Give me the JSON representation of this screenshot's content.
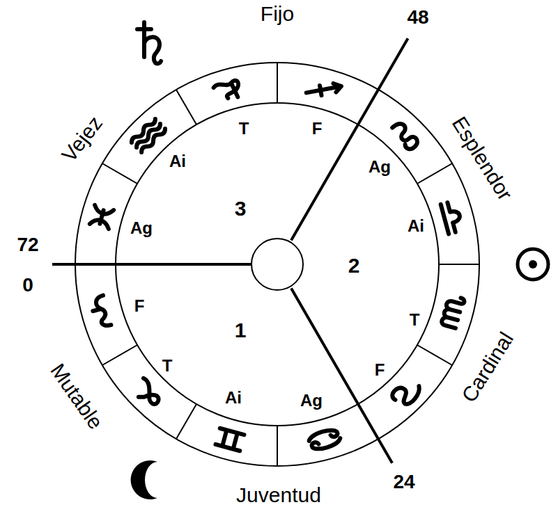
{
  "diagram": {
    "labels": [
      "Fijo",
      "48",
      "Vejez",
      "T",
      "F",
      "Ai",
      "Ag",
      "Esplendor",
      "3",
      "Ai",
      "Ag",
      "72",
      "2",
      "0",
      "F",
      "T",
      "1",
      "Cardinal",
      "T",
      "F",
      "Mutable",
      "Ai",
      "Ag",
      "24",
      "Juventud"
    ]
  }
}
